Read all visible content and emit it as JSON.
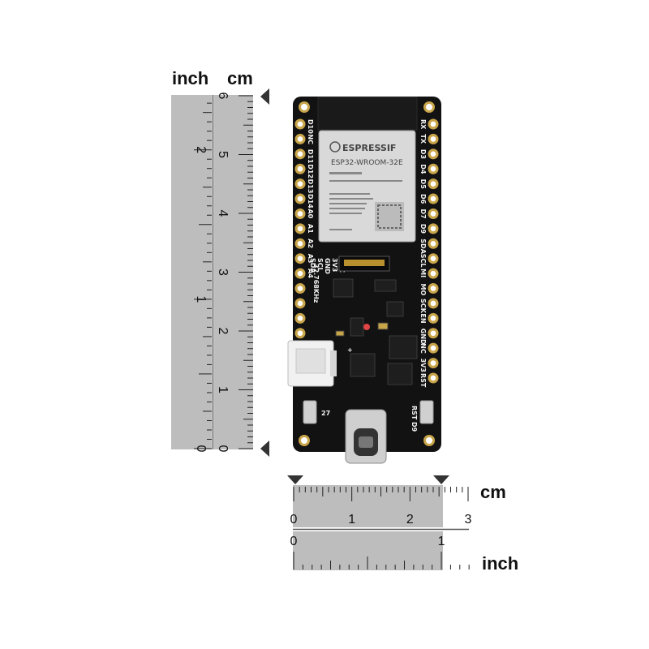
{
  "vertical_ruler": {
    "inch_label": "inch",
    "cm_label": "cm",
    "inch_ticks": [
      "0",
      "1",
      "2"
    ],
    "cm_ticks": [
      "0",
      "1",
      "2",
      "3",
      "4",
      "5",
      "6"
    ]
  },
  "horizontal_ruler": {
    "cm_label": "cm",
    "inch_label": "inch",
    "cm_ticks": [
      "0",
      "1",
      "2",
      "3"
    ],
    "inch_ticks": [
      "0",
      "1"
    ]
  },
  "board": {
    "module_brand": "ESPRESSIF",
    "module_model": "ESP32-WROOM-32E",
    "left_pins": [
      "D10",
      "NC",
      "D11",
      "D12",
      "D13",
      "D14",
      "A0",
      "A1",
      "A2",
      "A3",
      "A4"
    ],
    "right_pins": [
      "RX",
      "TX",
      "D3",
      "D4",
      "D5",
      "D6",
      "D7",
      "D9",
      "SDA",
      "SCL",
      "MI",
      "MO",
      "SCK",
      "EN",
      "GND",
      "NC",
      "3V3",
      "RST"
    ],
    "bottom_left_pins": [
      "SDA",
      "SCL",
      "GND",
      "3V3",
      "VCC"
    ],
    "crystal_label": "32.768KHz",
    "reset_label": "RST",
    "led_label": "D9",
    "boot_label": "27",
    "plus_sign": "+"
  }
}
